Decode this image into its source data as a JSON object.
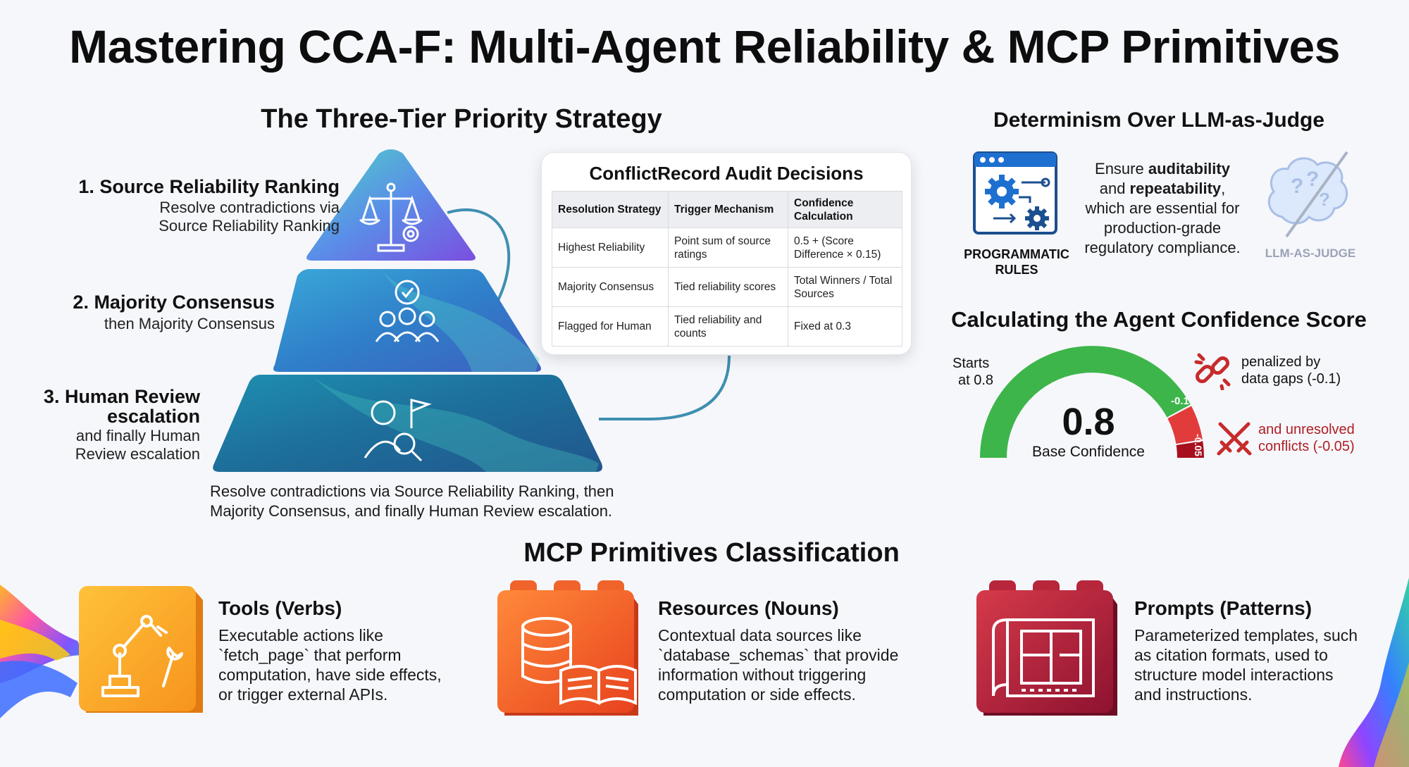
{
  "title": "Mastering CCA-F: Multi-Agent Reliability & MCP Primitives",
  "tiers": {
    "heading": "The Three-Tier Priority Strategy",
    "items": [
      {
        "title": "1. Source Reliability Ranking",
        "desc1": "Resolve contradictions via",
        "desc2": "Source Reliability Ranking"
      },
      {
        "title": "2. Majority Consensus",
        "desc1": "then Majority Consensus"
      },
      {
        "title1": "3. Human Review",
        "title2": "escalation",
        "desc1": "and finally Human",
        "desc2": "Review escalation"
      }
    ],
    "summary1": "Resolve contradictions via Source Reliability Ranking, then",
    "summary2": "Majority Consensus, and finally Human Review escalation.",
    "icons": [
      "scales-gear-icon",
      "team-check-icon",
      "reviewer-search-flag-icon"
    ]
  },
  "audit": {
    "title": "ConflictRecord Audit Decisions",
    "headers": [
      "Resolution Strategy",
      "Trigger Mechanism",
      "Confidence Calculation"
    ],
    "rows": [
      [
        "Highest Reliability",
        "Point sum of source ratings",
        "0.5 + (Score Difference × 0.15)"
      ],
      [
        "Majority Consensus",
        "Tied reliability scores",
        "Total Winners / Total Sources"
      ],
      [
        "Flagged for Human",
        "Tied reliability and counts",
        "Fixed at 0.3"
      ]
    ]
  },
  "determinism": {
    "heading": "Determinism Over LLM-as-Judge",
    "left_label1": "PROGRAMMATIC",
    "left_label2": "RULES",
    "text_l1a": "Ensure ",
    "text_l1b": "auditability",
    "text_l2a": "and ",
    "text_l2b": "repeatability",
    "text_l2c": ",",
    "text_l3": "which are essential for",
    "text_l4": "production-grade",
    "text_l5": "regulatory compliance.",
    "right_label": "LLM-AS-JUDGE",
    "icons": [
      "programmatic-gears-icon",
      "llm-brain-crossed-icon"
    ]
  },
  "confidence": {
    "heading": "Calculating the Agent Confidence Score",
    "start1": "Starts",
    "start2": "at 0.8",
    "value": "0.8",
    "value_label": "Base Confidence",
    "seg1_label": "-0.1",
    "seg2_label": "-0.05",
    "pen1a": "penalized by",
    "pen1b": "data gaps (-0.1)",
    "pen2a": "and unresolved",
    "pen2b": "conflicts (-0.05)",
    "base_fraction": 0.8,
    "colors": {
      "green": "#3db54a",
      "red": "#e23b3b",
      "darkred": "#a80f1c"
    },
    "icons": [
      "broken-link-icon",
      "crossed-swords-icon"
    ]
  },
  "mcp": {
    "heading": "MCP Primitives Classification",
    "items": [
      {
        "title": "Tools (Verbs)",
        "l1": "Executable actions like",
        "l2": "`fetch_page` that perform",
        "l3": "computation, have side effects,",
        "l4": "or trigger external APIs.",
        "icon": "robot-arm-wrench-icon"
      },
      {
        "title": "Resources (Nouns)",
        "l1": "Contextual data sources like",
        "l2": "`database_schemas` that provide",
        "l3": "information without triggering",
        "l4": "computation or side effects.",
        "icon": "database-book-icon"
      },
      {
        "title": "Prompts (Patterns)",
        "l1": "Parameterized templates, such",
        "l2": "as citation formats, used to",
        "l3": "structure model interactions",
        "l4": "and instructions.",
        "icon": "blueprint-icon"
      }
    ]
  }
}
